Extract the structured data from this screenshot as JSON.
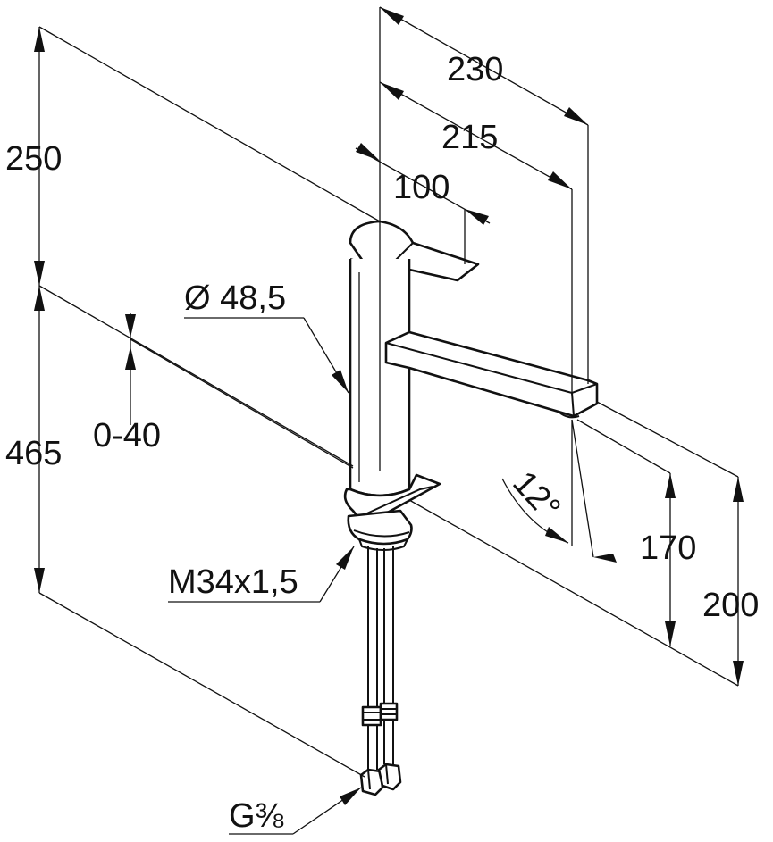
{
  "labels": {
    "dim_230": "230",
    "dim_215": "215",
    "dim_100": "100",
    "dim_250": "250",
    "dim_465": "465",
    "dim_0_40": "0-40",
    "dim_diameter": "Ø 48,5",
    "dim_thread": "M34x1,5",
    "dim_angle": "12°",
    "dim_170": "170",
    "dim_200": "200",
    "dim_connection": "G⅜"
  }
}
